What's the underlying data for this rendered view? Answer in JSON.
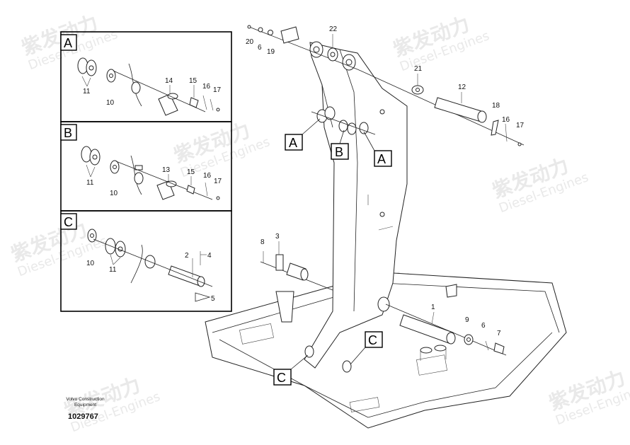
{
  "watermark": {
    "brand": "紫发动力",
    "sub": "Diesel-Engines",
    "color": "#e6e6e6"
  },
  "footer": {
    "line1": "Volvo Construction",
    "line2": "Equipment",
    "number": "1029767"
  },
  "detail_panels": [
    {
      "letter": "A",
      "labels": [
        "11",
        "10",
        "14",
        "15",
        "16",
        "17"
      ]
    },
    {
      "letter": "B",
      "labels": [
        "11",
        "10",
        "13",
        "15",
        "16",
        "17"
      ]
    },
    {
      "letter": "C",
      "labels": [
        "10",
        "11",
        "2",
        "4",
        "5"
      ]
    }
  ],
  "main_callouts": [
    "A",
    "B",
    "A",
    "C",
    "C"
  ],
  "part_numbers": {
    "top": [
      "20",
      "6",
      "19",
      "22"
    ],
    "right_upper": [
      "21",
      "12",
      "18",
      "16",
      "17"
    ],
    "lower_left": [
      "8",
      "3"
    ],
    "lower_right": [
      "1",
      "9",
      "6",
      "7"
    ]
  }
}
